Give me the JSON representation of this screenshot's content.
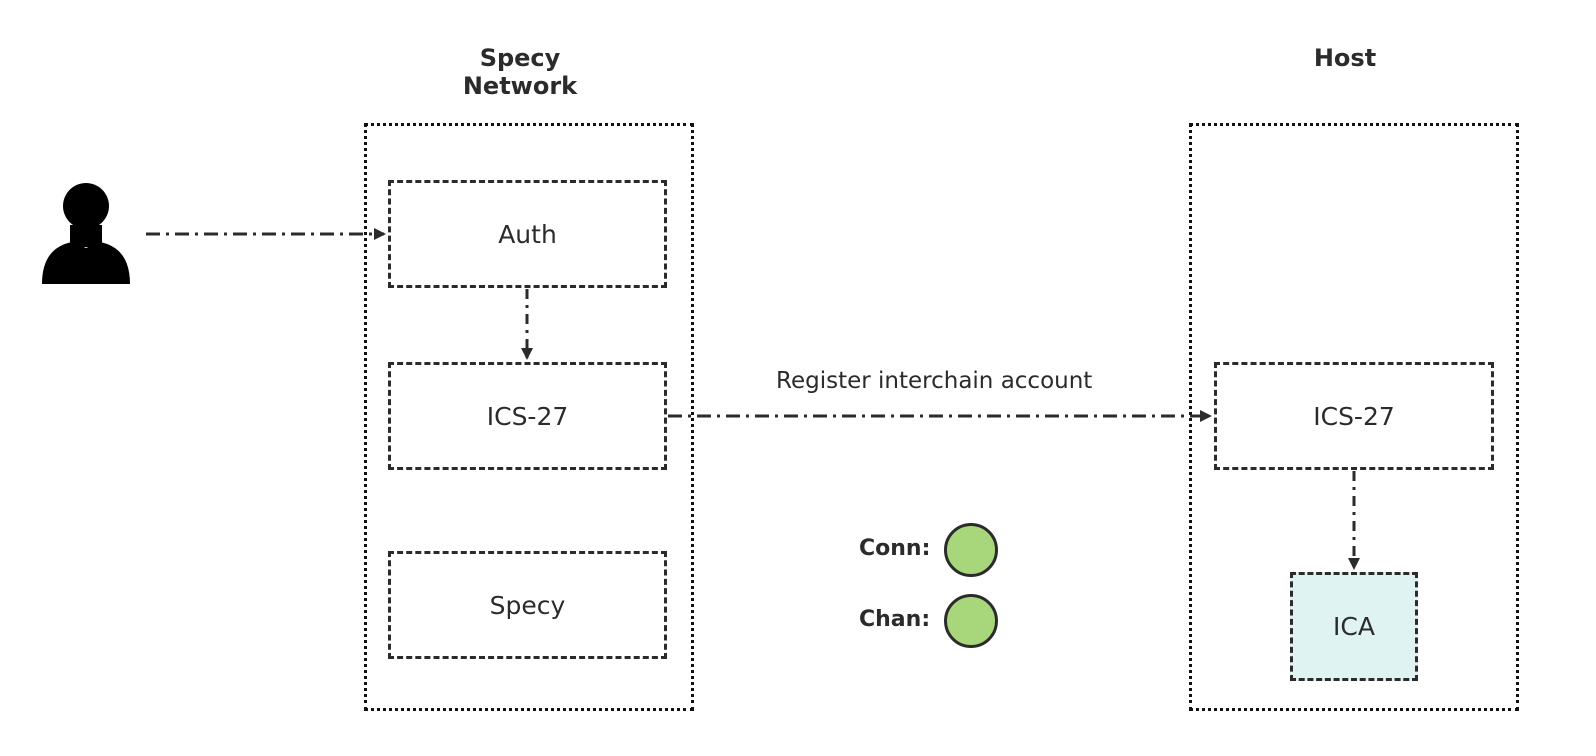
{
  "titles": {
    "left": "Specy Network",
    "right": "Host"
  },
  "boxes": {
    "auth": "Auth",
    "ics27_left": "ICS-27",
    "specy": "Specy",
    "ics27_right": "ICS-27",
    "ica": "ICA"
  },
  "edge_label": "Register interchain account",
  "legend": {
    "conn": "Conn:",
    "chan": "Chan:",
    "dot_color": "#a7d77a"
  },
  "colors": {
    "ica_fill": "#dff3f3",
    "stroke": "#2b2b2b"
  }
}
